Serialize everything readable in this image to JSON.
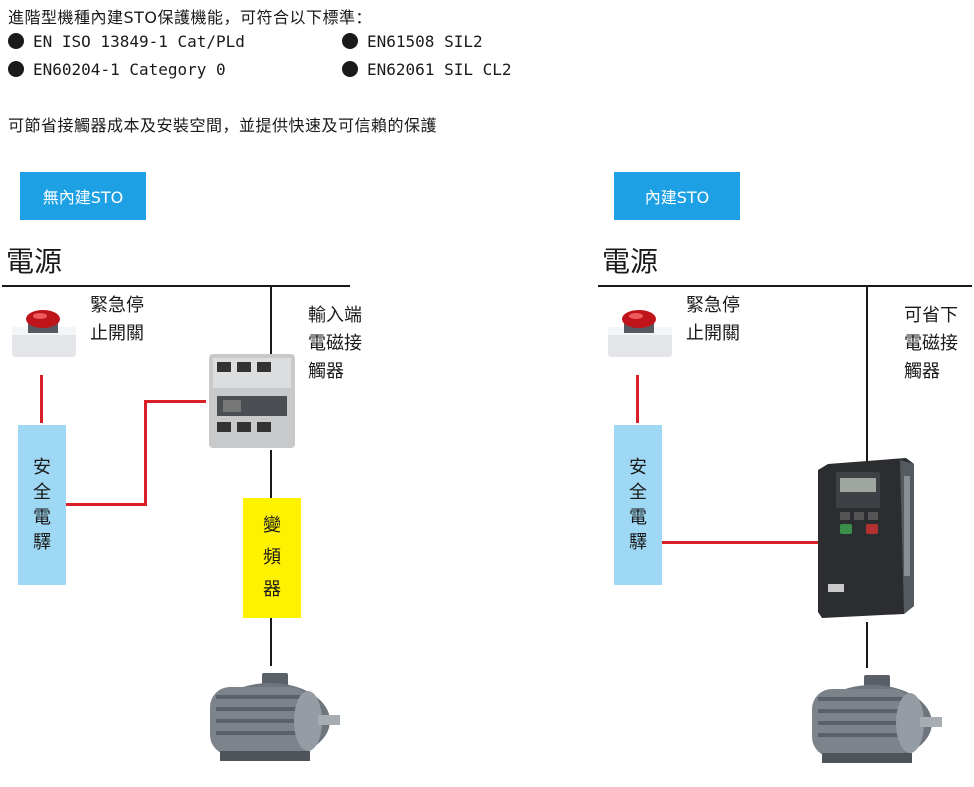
{
  "intro": {
    "title": "進階型機種內建STO保護機能，可符合以下標準：",
    "standards": [
      "EN ISO 13849-1 Cat/PLd",
      "EN61508 SIL2",
      "EN60204-1 Category 0",
      "EN62061 SIL CL2"
    ],
    "benefit": "可節省接觸器成本及安裝空間，並提供快速及可信賴的保護"
  },
  "left": {
    "tag": "無內建STO",
    "power": "電源",
    "estop": "緊急停\n止開關",
    "contactor": "輸入端\n電磁接\n觸器",
    "relay": [
      "安",
      "全",
      "電",
      "驛"
    ],
    "vfd": [
      "變",
      "頻",
      "器"
    ]
  },
  "right": {
    "tag": "內建STO",
    "power": "電源",
    "estop": "緊急停\n止開關",
    "saved": "可省下\n電磁接\n觸器",
    "relay": [
      "安",
      "全",
      "電",
      "驛"
    ]
  },
  "colors": {
    "tag": "#1ea0e4",
    "relay": "#9fd8f4",
    "vfd": "#fff200",
    "wire": "#d81e26"
  }
}
